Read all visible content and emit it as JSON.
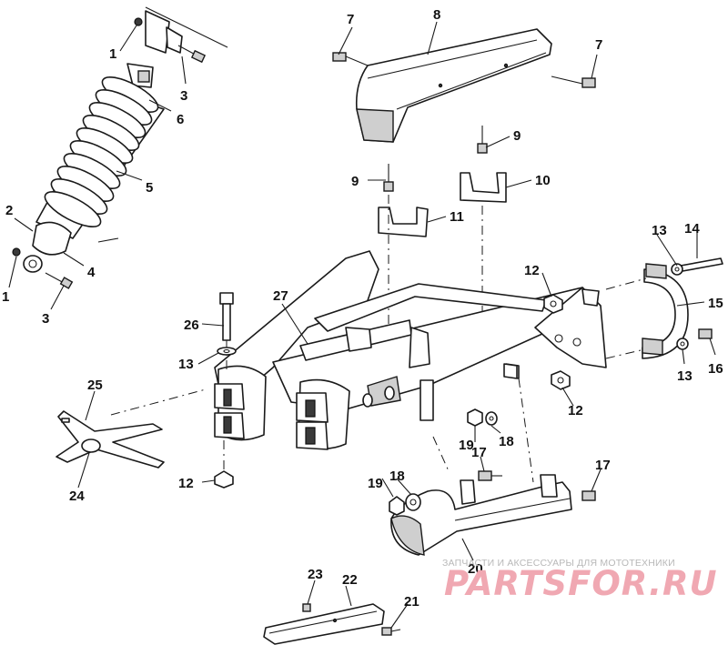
{
  "callouts": {
    "c1a": "1",
    "c1b": "1",
    "c2": "2",
    "c3a": "3",
    "c3b": "3",
    "c4": "4",
    "c5": "5",
    "c6": "6",
    "c7a": "7",
    "c7b": "7",
    "c8": "8",
    "c9a": "9",
    "c9b": "9",
    "c10": "10",
    "c11": "11",
    "c12a": "12",
    "c12b": "12",
    "c12c": "12",
    "c13a": "13",
    "c13b": "13",
    "c13c": "13",
    "c14": "14",
    "c15": "15",
    "c16": "16",
    "c17a": "17",
    "c17b": "17",
    "c18a": "18",
    "c18b": "18",
    "c19a": "19",
    "c19b": "19",
    "c20": "20",
    "c21": "21",
    "c22": "22",
    "c23": "23",
    "c24": "24",
    "c25": "25",
    "c26": "26",
    "c27": "27"
  },
  "watermark": {
    "tagline": "ЗАПЧАСТИ И АКСЕССУАРЫ ДЛЯ МОТОТЕХНИКИ",
    "logo": "PARTSFOR.RU"
  }
}
